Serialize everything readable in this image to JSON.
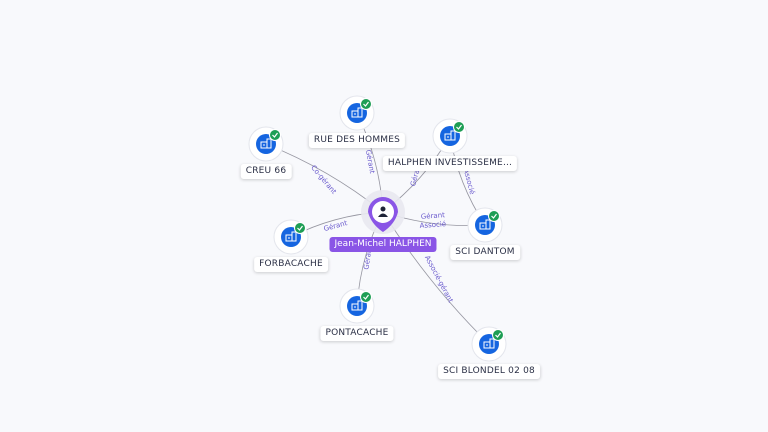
{
  "center": {
    "name": "Jean-Michel HALPHEN",
    "icon": "person-icon",
    "color": "#8a55e6"
  },
  "nodes": [
    {
      "id": "creu66",
      "name": "CREU 66",
      "icon": "company-icon",
      "verified": true
    },
    {
      "id": "rue_des_hommes",
      "name": "RUE DES HOMMES",
      "icon": "company-icon",
      "verified": true
    },
    {
      "id": "halphen_invest",
      "name": "HALPHEN INVESTISSEME...",
      "icon": "company-icon",
      "verified": true
    },
    {
      "id": "sci_dantom",
      "name": "SCI DANTOM",
      "icon": "company-icon",
      "verified": true
    },
    {
      "id": "forbacache",
      "name": "FORBACACHE",
      "icon": "company-icon",
      "verified": true
    },
    {
      "id": "pontacache",
      "name": "PONTACACHE",
      "icon": "company-icon",
      "verified": true
    },
    {
      "id": "sci_blondel",
      "name": "SCI BLONDEL 02 08",
      "icon": "company-icon",
      "verified": true
    }
  ],
  "edges": [
    {
      "from": "center",
      "to": "creu66",
      "labels": [
        "Co-gérant"
      ]
    },
    {
      "from": "center",
      "to": "rue_des_hommes",
      "labels": [
        "Gérant"
      ]
    },
    {
      "from": "center",
      "to": "halphen_invest",
      "labels": [
        "Gérant"
      ]
    },
    {
      "from": "halphen_invest",
      "to": "sci_dantom",
      "labels": [
        "Associé"
      ]
    },
    {
      "from": "center",
      "to": "sci_dantom",
      "labels": [
        "Gérant",
        "Associé"
      ]
    },
    {
      "from": "center",
      "to": "forbacache",
      "labels": [
        "Gérant"
      ]
    },
    {
      "from": "center",
      "to": "pontacache",
      "labels": [
        "Gérant"
      ]
    },
    {
      "from": "center",
      "to": "sci_blondel",
      "labels": [
        "Associé-gérant"
      ]
    }
  ],
  "colors": {
    "company": "#1565e0",
    "verified": "#1e9e55",
    "edge": "#7d7d8a",
    "edge_label": "#6a5acd"
  }
}
